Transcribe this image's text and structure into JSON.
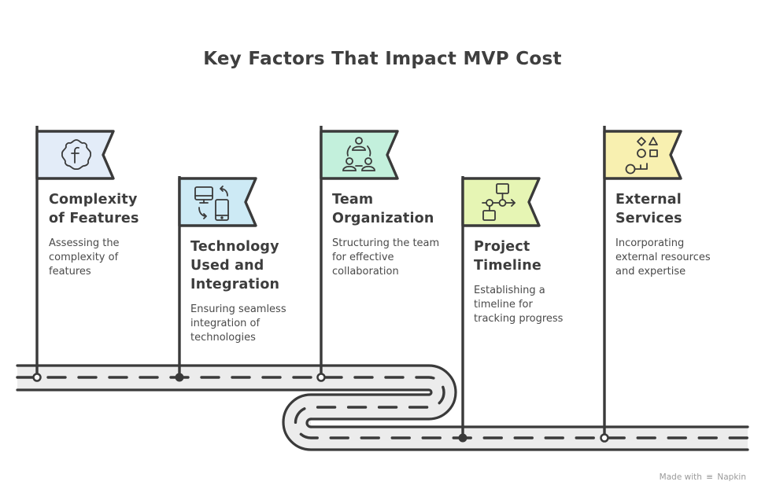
{
  "title": "Key Factors That Impact MVP Cost",
  "milestones": [
    {
      "heading_line1": "Complexity",
      "heading_line2": "of Features",
      "heading_line3": "",
      "desc_line1": "Assessing the",
      "desc_line2": "complexity of",
      "desc_line3": "features",
      "icon": "gear-badge-f-icon",
      "flag_color": "#e3ecf8",
      "marker": "hollow"
    },
    {
      "heading_line1": "Technology",
      "heading_line2": "Used and",
      "heading_line3": "Integration",
      "desc_line1": "Ensuring seamless",
      "desc_line2": "integration of",
      "desc_line3": "technologies",
      "icon": "devices-sync-icon",
      "flag_color": "#cdeaf5",
      "marker": "filled"
    },
    {
      "heading_line1": "Team",
      "heading_line2": "Organization",
      "heading_line3": "",
      "desc_line1": "Structuring the team",
      "desc_line2": "for effective",
      "desc_line3": "collaboration",
      "icon": "team-network-icon",
      "flag_color": "#c3f0dc",
      "marker": "hollow"
    },
    {
      "heading_line1": "Project",
      "heading_line2": "Timeline",
      "heading_line3": "",
      "desc_line1": "Establishing a",
      "desc_line2": "timeline for",
      "desc_line3": "tracking progress",
      "icon": "workflow-timeline-icon",
      "flag_color": "#e6f5b4",
      "marker": "filled"
    },
    {
      "heading_line1": "External",
      "heading_line2": "Services",
      "heading_line3": "",
      "desc_line1": "Incorporating",
      "desc_line2": "external resources",
      "desc_line3": "and expertise",
      "icon": "shapes-key-icon",
      "flag_color": "#f8f0b0",
      "marker": "hollow"
    }
  ],
  "footer": {
    "made_with": "Made with",
    "brand": "Napkin"
  },
  "colors": {
    "stroke": "#3a3a3a",
    "road_fill": "#ececec",
    "text": "#3d3d3d",
    "footer_text": "#9a9a9a"
  }
}
